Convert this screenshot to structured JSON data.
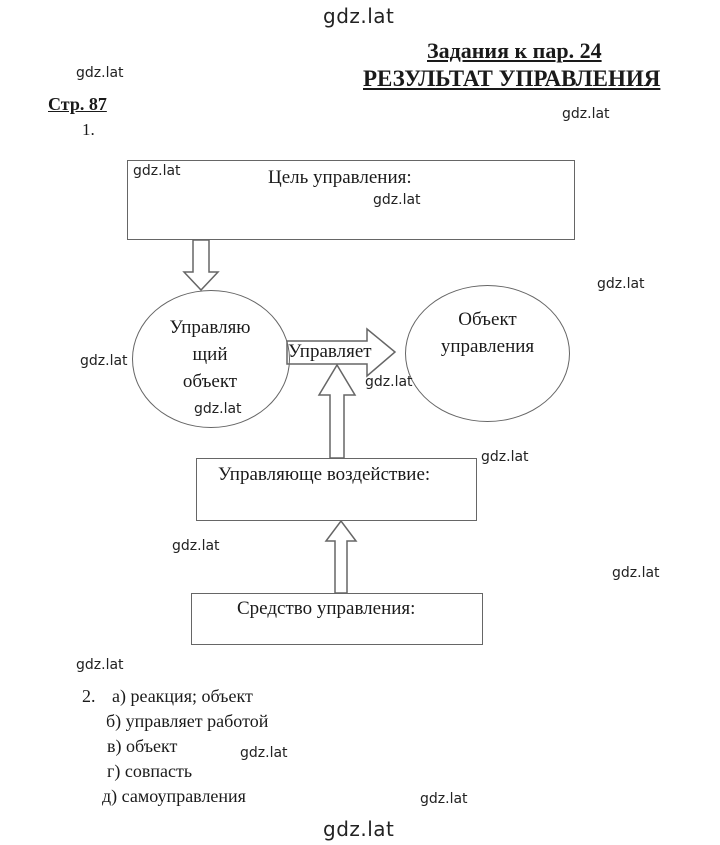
{
  "watermarks": {
    "text": "gdz.lat"
  },
  "header": {
    "title_line1": "Задания к пар. 24",
    "title_line2": "РЕЗУЛЬТАТ УПРАВЛЕНИЯ",
    "page_ref": "Стр. 87",
    "task1_number": "1."
  },
  "diagram": {
    "goal_box": "Цель управления:",
    "controlling_object": [
      "Управляю",
      "щий",
      "объект"
    ],
    "controlled_object": [
      "Объект",
      "управления"
    ],
    "arrow_label": "Управляет",
    "influence_box": "Управляюще воздействие:",
    "means_box": "Средство управления:"
  },
  "task2": {
    "number": "2.",
    "answers": [
      "а) реакция; объект",
      "б) управляет работой",
      "в) объект",
      "г) совпасть",
      "д) самоуправления"
    ]
  }
}
